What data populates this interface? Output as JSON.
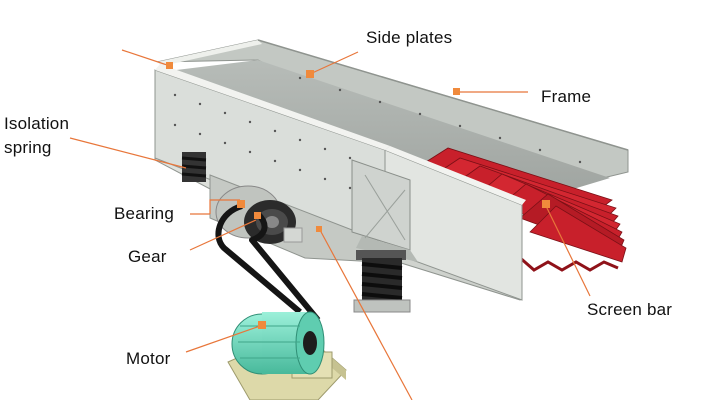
{
  "labels": {
    "side_plates": "Side plates",
    "frame": "Frame",
    "isolation_spring_line1": "Isolation",
    "isolation_spring_line2": "spring",
    "bearing": "Bearing",
    "gear": "Gear",
    "motor": "Motor",
    "screen_bar": "Screen bar"
  },
  "colors": {
    "leader_line": "#e8763a",
    "marker": "#f08a3c",
    "frame_body": "#d8dcd6",
    "frame_shadow": "#a9aeaa",
    "screen_bars": "#c8202b",
    "motor": "#79e0c8",
    "spring": "#2a2a2a",
    "belt": "#1a1a1a",
    "base_plate": "#d9d6a6"
  },
  "icons": [
    "vibrating-feeder-illustration"
  ]
}
